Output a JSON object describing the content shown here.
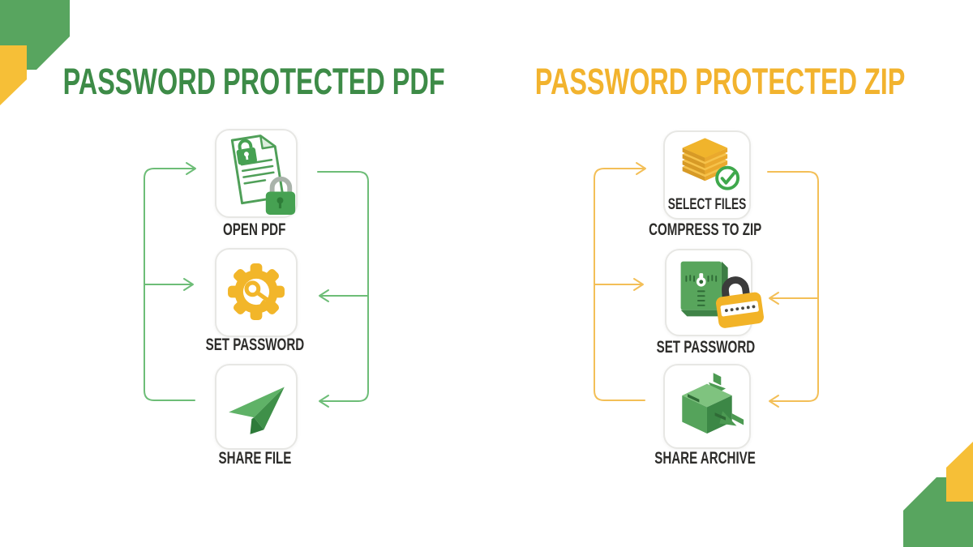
{
  "theme": {
    "background": "#ffffff",
    "green_title": "#3d8b47",
    "yellow_title": "#f2b32e",
    "green_line": "#6dbd77",
    "yellow_line": "#f3bf57",
    "corner_green": "#58a55f",
    "corner_yellow": "#f6bf37",
    "label_color": "#2d2c2a",
    "card_border": "#e7e7e4",
    "icon_green": "#4f9f58",
    "icon_yellow": "#f2b62a"
  },
  "left_flow": {
    "title": "PASSWORD PROTECTED PDF",
    "steps": [
      {
        "label": "OPEN PDF",
        "icon": "pdf-lock-document-icon"
      },
      {
        "label": "SET PASSWORD",
        "icon": "gear-key-icon"
      },
      {
        "label": "SHARE FILE",
        "icon": "paper-plane-icon"
      }
    ]
  },
  "right_flow": {
    "title": "PASSWORD PROTECTED ZIP",
    "steps": [
      {
        "label": "SELECT FILES",
        "sublabel": "COMPRESS TO ZIP",
        "icon": "file-stack-check-icon"
      },
      {
        "label": "SET PASSWORD",
        "icon": "zip-folder-padlock-icon"
      },
      {
        "label": "SHARE ARCHIVE",
        "icon": "compress-cube-icon"
      }
    ]
  }
}
